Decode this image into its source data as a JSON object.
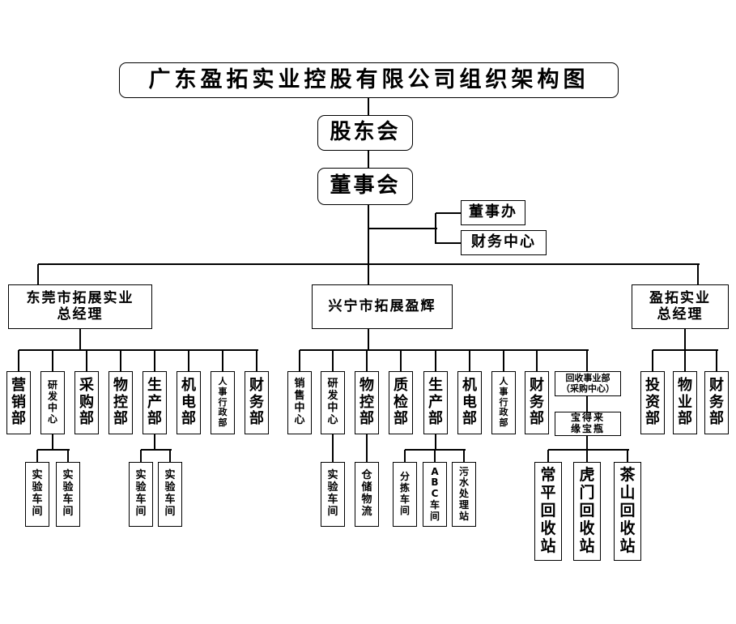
{
  "title": "广东盈拓实业控股有限公司组织架构图",
  "shareholders": "股东会",
  "board": "董事会",
  "board_office": "董事办",
  "finance_center": "财务中心",
  "branches": [
    {
      "name": "东莞市拓展实业\n总经理",
      "departments": [
        "营销部",
        "研发中心",
        "采购部",
        "物控部",
        "生产部",
        "机电部",
        "人事行政部",
        "财务部"
      ],
      "sub_units": {
        "研发中心": [
          "实验车间",
          "实验车间"
        ],
        "生产部": [
          "实验车间",
          "实验车间"
        ]
      }
    },
    {
      "name": "兴宁市拓展盈辉",
      "departments": [
        "销售中心",
        "研发中心",
        "物控部",
        "质检部",
        "生产部",
        "机电部",
        "人事行政部",
        "财务部",
        "回收事业部\n（采购中心）"
      ],
      "sub_units": {
        "研发中心": [
          "实验车间"
        ],
        "物控部": [
          "仓储物流"
        ],
        "生产部": [
          "分拣车间",
          "ABC车间",
          "污水处理站"
        ],
        "回收事业部": [
          "常平回收站",
          "虎门回收站",
          "茶山回收站"
        ]
      },
      "recycle_sub": "宝得来\n缘宝瓶"
    },
    {
      "name": "盈拓实业\n总经理",
      "departments": [
        "投资部",
        "物业部",
        "财务部"
      ]
    }
  ]
}
